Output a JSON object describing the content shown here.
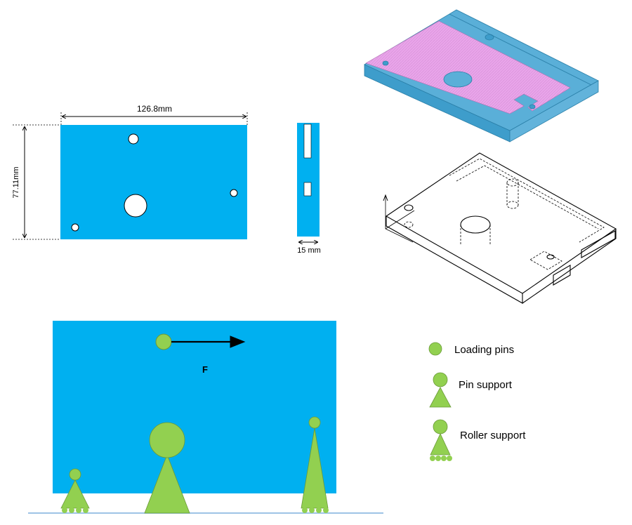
{
  "front_view": {
    "width_label": "126.8mm",
    "height_label": "77.11mm"
  },
  "side_view": {
    "thickness_label": "15 mm"
  },
  "load_diagram": {
    "force_label": "F"
  },
  "legend": {
    "loading_pins": "Loading pins",
    "pin_support": "Pin support",
    "roller_support": "Roller support"
  },
  "colors": {
    "plate_blue": "#00B0F0",
    "support_green": "#92D050",
    "top_face_pink": "#E8A6E8",
    "iso_blue": "#5AAFD8"
  }
}
